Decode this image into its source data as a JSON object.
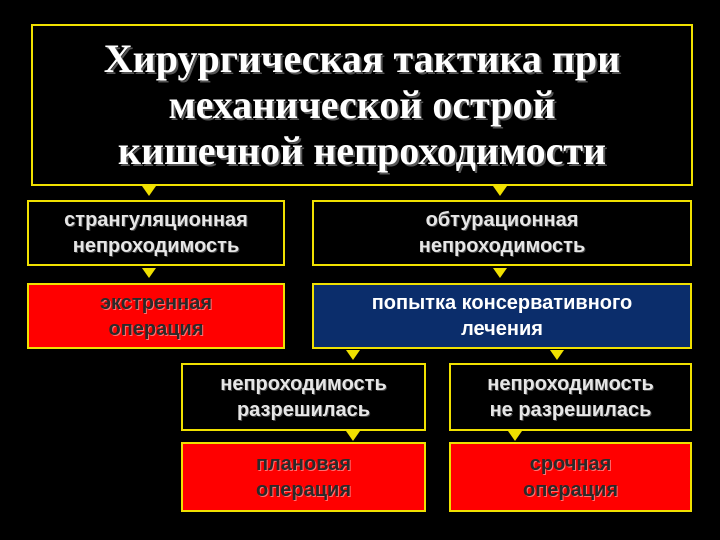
{
  "title": {
    "lines": [
      "Хирургическая тактика при",
      "механической острой",
      "кишечной непроходимости"
    ]
  },
  "nodes": {
    "strangulation": {
      "lines": [
        "странгуляционная",
        "непроходимость"
      ]
    },
    "obturation": {
      "lines": [
        "обтурационная",
        "непроходимость"
      ]
    },
    "emergency_surgery": {
      "lines": [
        "экстренная",
        "операция"
      ]
    },
    "conservative_attempt": {
      "lines": [
        "попытка консервативного",
        "лечения"
      ]
    },
    "resolved": {
      "lines": [
        "непроходимость",
        "разрешилась"
      ]
    },
    "not_resolved": {
      "lines": [
        "непроходимость",
        "не разрешилась"
      ]
    },
    "planned_surgery": {
      "lines": [
        "плановая",
        "операция"
      ]
    },
    "urgent_surgery": {
      "lines": [
        "срочная",
        "операция"
      ]
    }
  },
  "colors": {
    "border": "#f0e000",
    "background": "#000000",
    "red_fill": "#ff0000",
    "blue_fill": "#0b2d6b"
  }
}
